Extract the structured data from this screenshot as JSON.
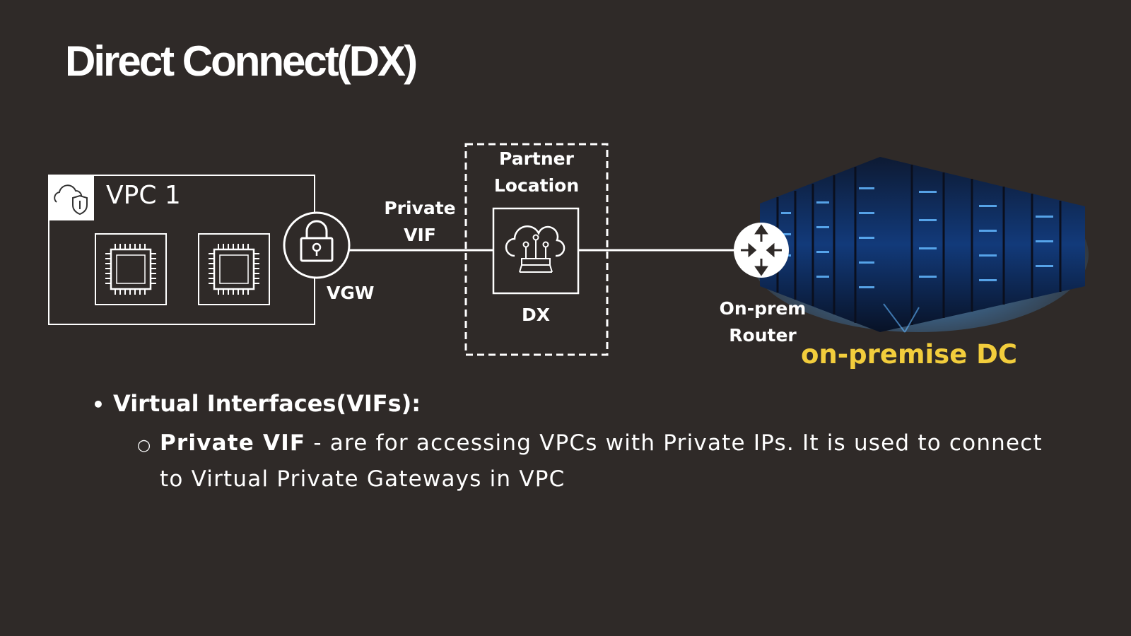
{
  "title": "Direct Connect(DX)",
  "diagram": {
    "vpc": {
      "label": "VPC 1",
      "icon": "cloud-shield-icon",
      "instances": [
        "chip-icon",
        "chip-icon"
      ]
    },
    "vgw": {
      "label": "VGW",
      "icon": "lock-icon"
    },
    "link_label": {
      "line1": "Private",
      "line2": "VIF"
    },
    "partner": {
      "line1": "Partner",
      "line2": "Location",
      "dx_label": "DX",
      "icon": "cloud-circuit-icon"
    },
    "router": {
      "line1": "On-prem",
      "line2": "Router",
      "icon": "router-arrows-icon"
    },
    "datacenter": {
      "label": "on-premise DC",
      "icon": "server-racks-image"
    },
    "colors": {
      "background": "#2f2a28",
      "line": "#ffffff",
      "accent": "#f2cd3c",
      "server_glow": "#3a8dff"
    }
  },
  "bullets": {
    "heading": "Virtual Interfaces(VIFs):",
    "sub_bold": "Private VIF",
    "sub_text": " - are for accessing VPCs with Private IPs. It is used to connect to Virtual Private Gateways in VPC"
  }
}
